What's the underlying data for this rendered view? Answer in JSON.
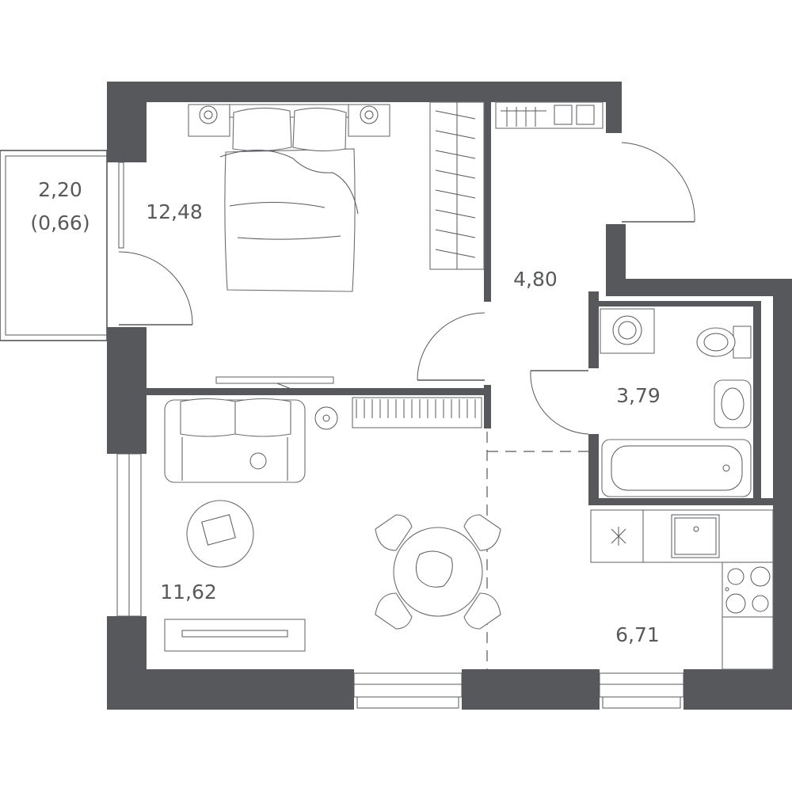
{
  "plan": {
    "rooms": [
      {
        "id": "balcony",
        "area": "2,20",
        "sub_area": "(0,66)"
      },
      {
        "id": "bedroom",
        "area": "12,48"
      },
      {
        "id": "hallway",
        "area": "4,80"
      },
      {
        "id": "bathroom",
        "area": "3,79"
      },
      {
        "id": "living-room",
        "area": "11,62"
      },
      {
        "id": "kitchen",
        "area": "6,71"
      }
    ],
    "colors": {
      "wall": "#57585c",
      "line": "#57585c",
      "text": "#58595b",
      "background": "#ffffff"
    }
  }
}
